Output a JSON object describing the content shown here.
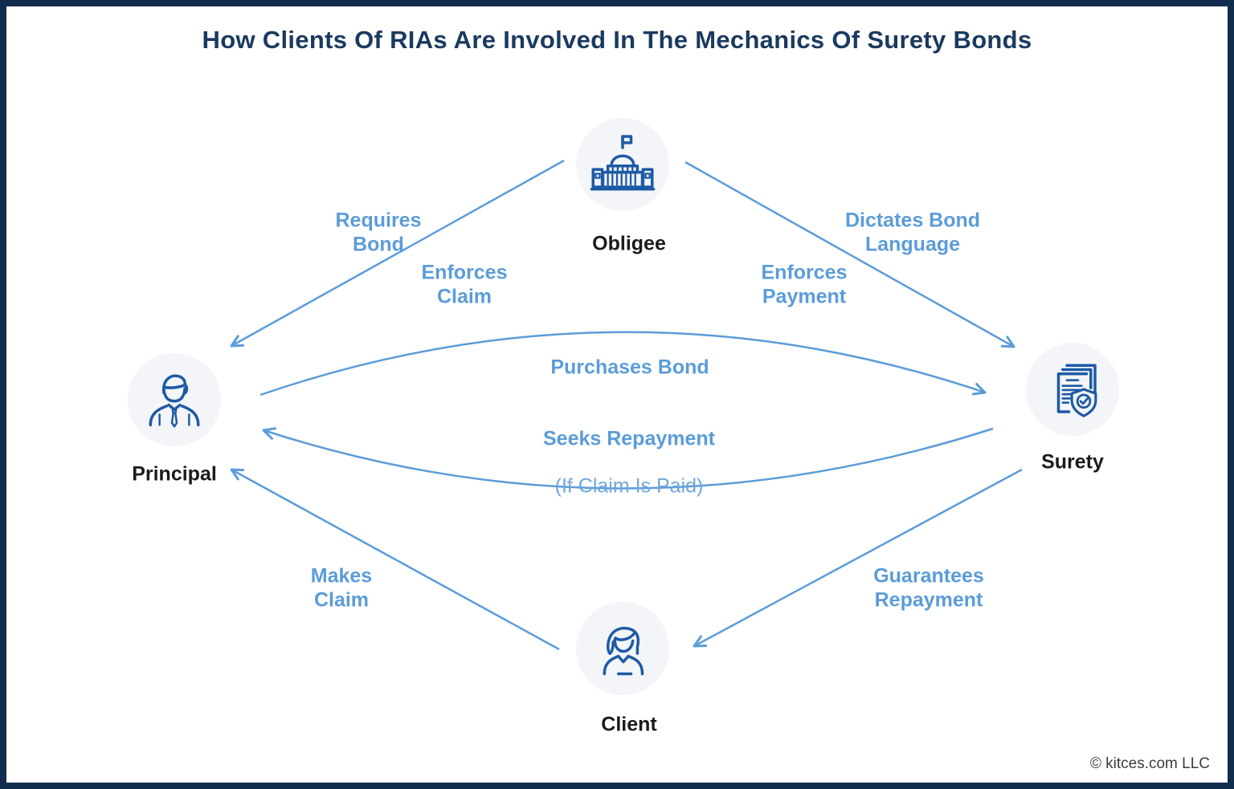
{
  "page": {
    "title": "How Clients Of RIAs Are Involved In The Mechanics Of Surety Bonds",
    "footer": "© kitces.com LLC",
    "colors": {
      "border_navy": "#122c4e",
      "title_navy": "#1a3a5f",
      "arrow_blue": "#5b9cd8",
      "icon_blue": "#1d5aa5",
      "node_circle_bg": "#f3f5f8",
      "node_label_black": "#1b1b1b"
    }
  },
  "nodes": [
    {
      "id": "obligee",
      "label": "Obligee",
      "icon": "capitol-building-icon"
    },
    {
      "id": "principal",
      "label": "Principal",
      "icon": "businessman-icon"
    },
    {
      "id": "surety",
      "label": "Surety",
      "icon": "documents-shield-check-icon"
    },
    {
      "id": "client",
      "label": "Client",
      "icon": "woman-icon"
    }
  ],
  "edges": [
    {
      "id": "obligee-to-principal",
      "from": "Obligee",
      "to": "Principal",
      "label_above": "Requires\nBond",
      "label_below": "Enforces\nClaim"
    },
    {
      "id": "obligee-to-surety",
      "from": "Obligee",
      "to": "Surety",
      "label_above": "Dictates Bond\nLanguage",
      "label_below": "Enforces\nPayment"
    },
    {
      "id": "principal-to-surety",
      "from": "Principal",
      "to": "Surety",
      "label": "Purchases Bond"
    },
    {
      "id": "surety-to-principal",
      "from": "Surety",
      "to": "Principal",
      "label": "Seeks Repayment",
      "label_sub": "(If Claim Is Paid)"
    },
    {
      "id": "client-to-principal",
      "from": "Client",
      "to": "Principal",
      "label": "Makes\nClaim"
    },
    {
      "id": "surety-to-client",
      "from": "Surety",
      "to": "Client",
      "label": "Guarantees\nRepayment"
    }
  ]
}
